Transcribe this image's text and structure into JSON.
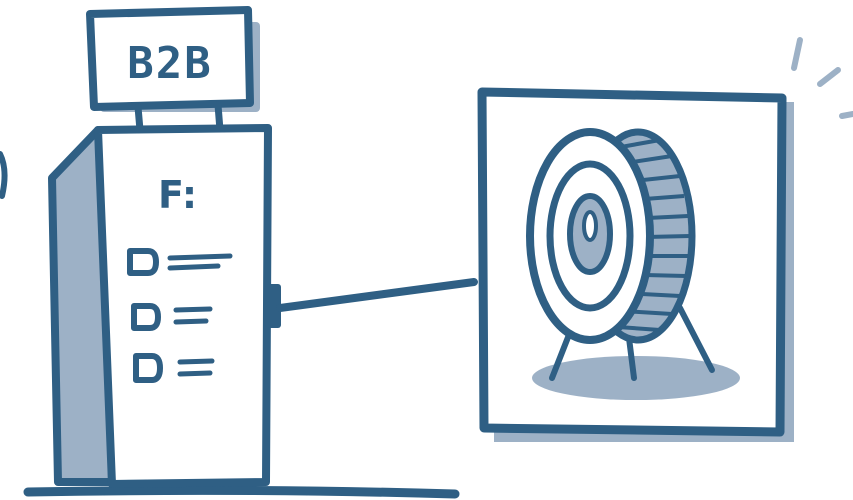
{
  "sign": {
    "label": "B2B"
  },
  "tower": {
    "heading": "F:"
  },
  "checklist": {
    "item_count": 3
  },
  "colors": {
    "ink": "#2f5f84",
    "shadow": "#9db1c6",
    "paper": "#ffffff"
  },
  "icons": [
    "target-icon",
    "checkbox-icon",
    "sparkle-icon"
  ]
}
